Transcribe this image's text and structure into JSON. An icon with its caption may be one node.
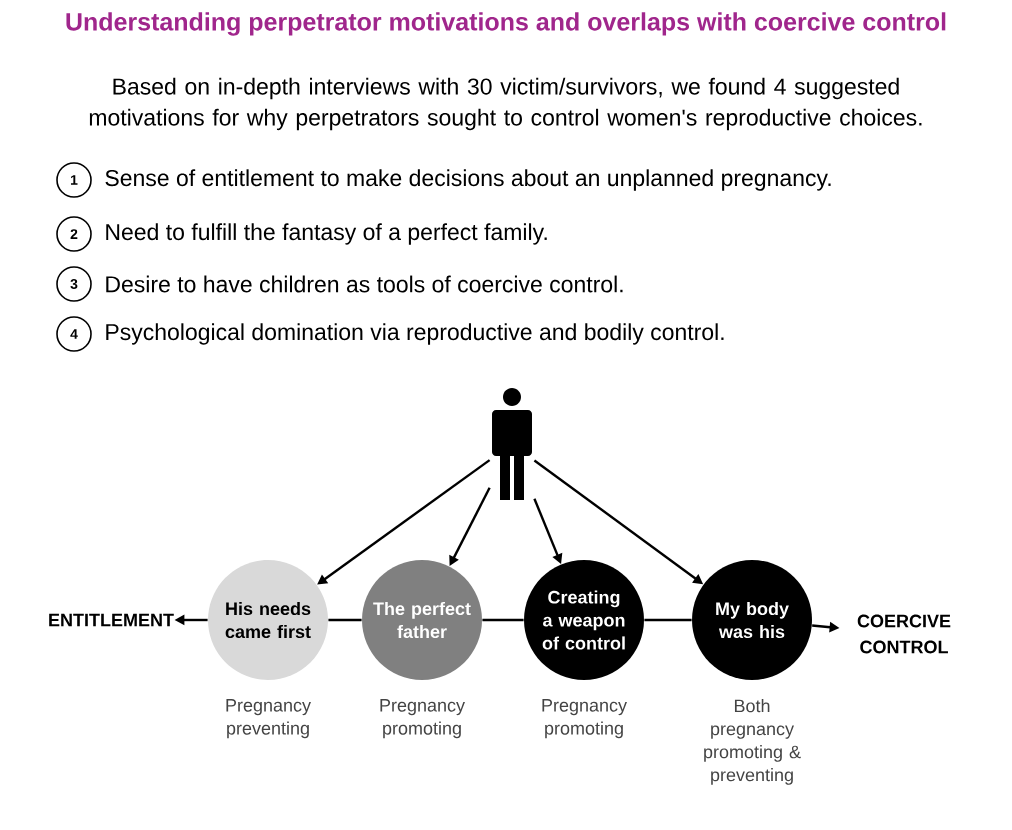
{
  "diagram": {
    "title": "Understanding perpetrator motivations and overlaps with coercive control",
    "nodes": [
      {
        "text": [
          "1"
        ],
        "beside": [
          "Sense of entitlement to make decisions about an unplanned pregnancy."
        ]
      },
      {
        "text": [
          "2"
        ],
        "beside": [
          "Need to fulfill the fantasy of a perfect family."
        ]
      },
      {
        "text": [
          "3"
        ],
        "beside": [
          "Desire to have children as tools of coercive control."
        ]
      },
      {
        "text": [
          "4"
        ],
        "beside": [
          "Psychological domination via reproductive and bodily control."
        ]
      },
      {
        "text": [],
        "shape": "person"
      },
      {
        "text": [
          "ENTITLEMENT"
        ]
      },
      {
        "text": [
          "His needs came first"
        ],
        "beside": [
          "Pregnancy preventing"
        ]
      },
      {
        "text": [
          "The perfect father"
        ],
        "beside": [
          "Pregnancy promoting"
        ]
      },
      {
        "text": [
          "Creating a weapon of control"
        ],
        "beside": [
          "Pregnancy promoting"
        ]
      },
      {
        "text": [
          "My body was his"
        ],
        "beside": [
          "Both pregnancy promoting & preventing"
        ]
      },
      {
        "text": [
          "COERCIVE CONTROL"
        ]
      }
    ],
    "edges": [
      {
        "from": 4,
        "to": 6,
        "arrow": "to"
      },
      {
        "from": 4,
        "to": 7,
        "arrow": "to"
      },
      {
        "from": 4,
        "to": 8,
        "arrow": "to"
      },
      {
        "from": 4,
        "to": 9,
        "arrow": "to"
      },
      {
        "from": 6,
        "to": 5,
        "arrow": "to"
      },
      {
        "from": 6,
        "to": 7,
        "arrow": "none"
      },
      {
        "from": 7,
        "to": 8,
        "arrow": "none"
      },
      {
        "from": 8,
        "to": 9,
        "arrow": "none"
      },
      {
        "from": 9,
        "to": 10,
        "arrow": "to"
      }
    ],
    "labels": [
      "Based on in-depth interviews with 30 victim/survivors, we found 4 suggested motivations for why perpetrators sought to control women's reproductive choices."
    ]
  }
}
